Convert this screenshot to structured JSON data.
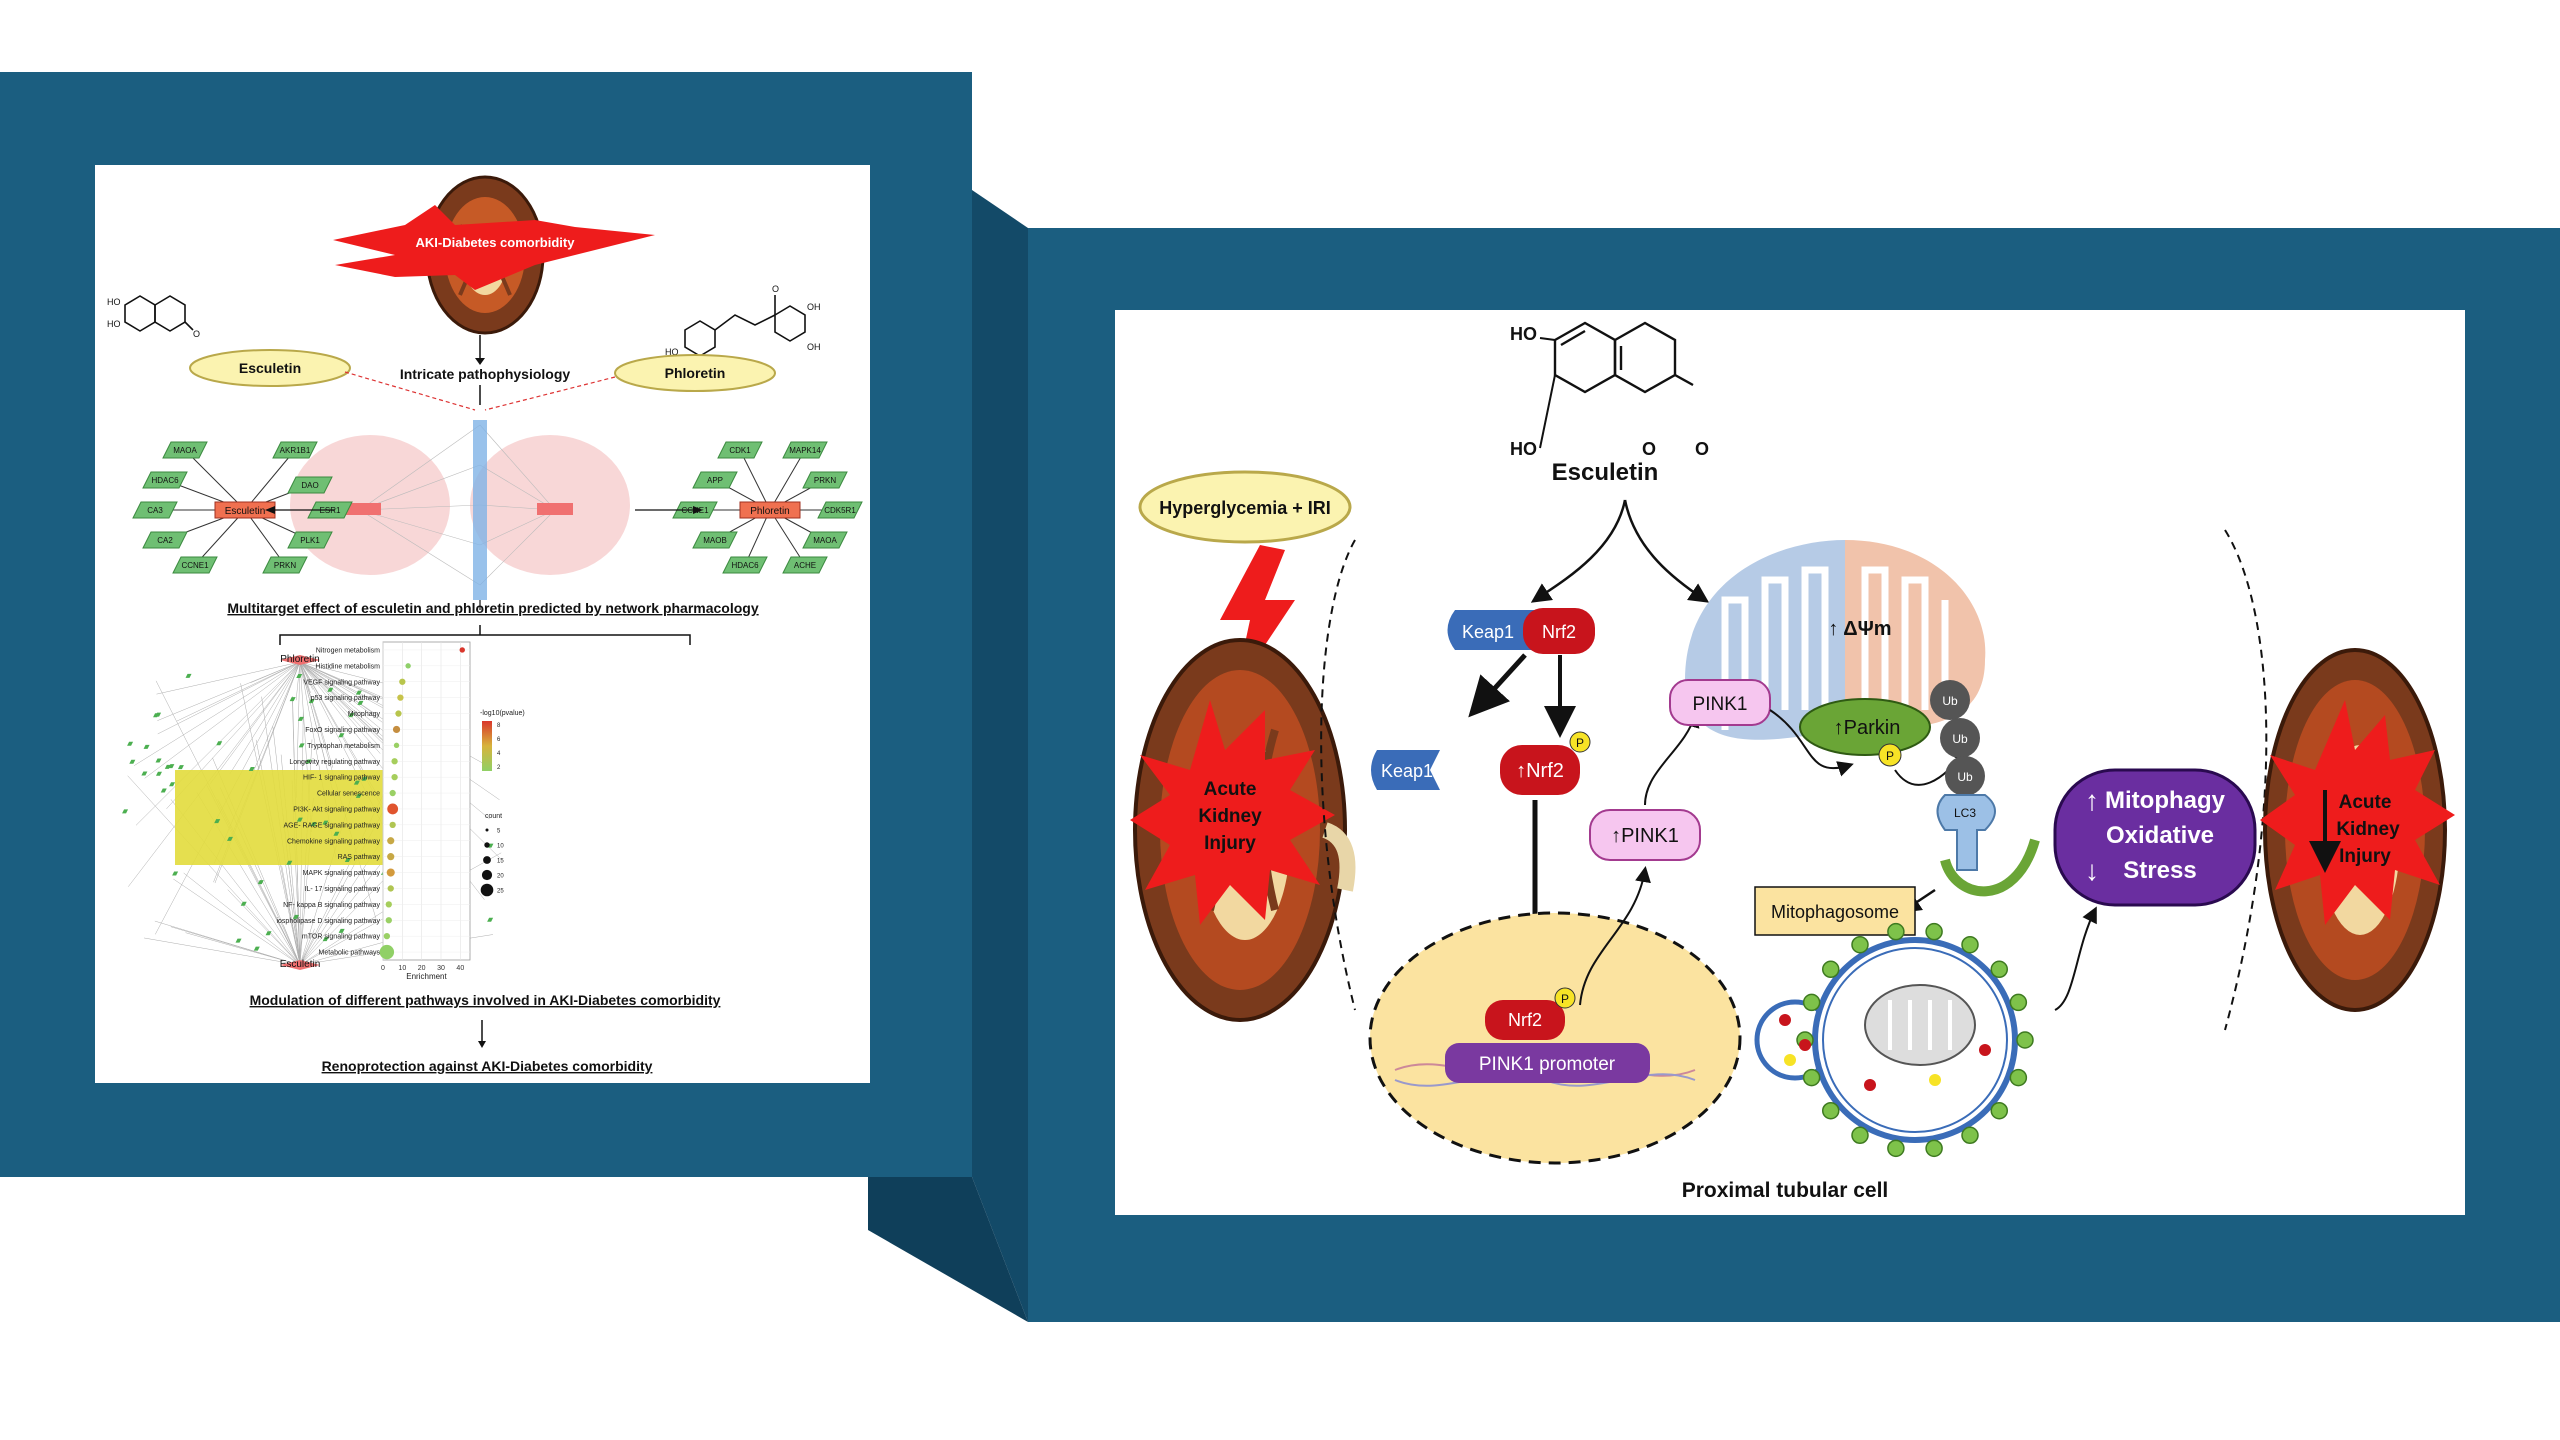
{
  "left": {
    "burst_label": "AKI-Diabetes comorbidity",
    "compound_a": "Esculetin",
    "compound_b": "Phloretin",
    "center_label": "Intricate pathophysiology",
    "hub_a": "Esculetin",
    "hub_b": "Phloretin",
    "targets_a": [
      "MAOA",
      "AKR1B1",
      "HDAC6",
      "DAO",
      "CA3",
      "ESR1",
      "CA2",
      "PLK1",
      "CCNE1",
      "PRKN"
    ],
    "targets_b": [
      "CDK1",
      "MAPK14",
      "APP",
      "PRKN",
      "CCNE1",
      "CDK5R1",
      "MAOB",
      "MAOA",
      "HDAC6",
      "ACHE"
    ],
    "heading1": "Multitarget effect of esculetin and phloretin predicted by network pharmacology",
    "net_top": "Phloretin",
    "net_bottom": "Esculetin",
    "heading2": "Modulation of different pathways involved in AKI-Diabetes comorbidity",
    "heading3": "Renoprotection against AKI-Diabetes comorbidity",
    "ho": "HO",
    "oh": "OH",
    "o": "O"
  },
  "chart_data": {
    "type": "scatter",
    "xlabel": "Enrichment",
    "xlim": [
      0,
      45
    ],
    "xticks": [
      "0",
      "10",
      "20",
      "30",
      "40"
    ],
    "categories": [
      "Nitrogen metabolism",
      "Histidine metabolism",
      "VEGF signaling pathway",
      "p53 signaling pathway",
      "Mitophagy",
      "FoxO signaling pathway",
      "Tryptophan metabolism",
      "Longevity regulating pathway",
      "HIF- 1 signaling pathway",
      "Cellular senescence",
      "PI3K- Akt signaling pathway",
      "AGE- RAGE signaling pathway",
      "Chemokine signaling pathway",
      "RAS pathway",
      "MAPK signaling pathway",
      "IL- 17 signaling pathway",
      "NF- kappa B signaling pathway",
      "iospholipase D signaling pathway",
      "mTOR signaling pathway",
      "Metabolic pathways"
    ],
    "values": [
      41,
      13,
      10,
      9,
      8,
      7,
      7,
      6,
      6,
      5,
      5,
      5,
      4,
      4,
      4,
      4,
      3,
      3,
      2,
      2
    ],
    "counts": [
      2,
      2,
      3,
      3,
      3,
      4,
      2,
      3,
      3,
      3,
      8,
      3,
      4,
      4,
      5,
      3,
      3,
      3,
      3,
      12
    ],
    "colors": [
      "#d9362b",
      "#8fd06a",
      "#b8c54c",
      "#c7c34a",
      "#b8c54c",
      "#c58e40",
      "#9ad065",
      "#a6ce5c",
      "#a6ce5c",
      "#9ad065",
      "#e0542e",
      "#b0c552",
      "#c7a845",
      "#c7a845",
      "#d39a3c",
      "#b0c552",
      "#a6ce5c",
      "#9ad065",
      "#9ad065",
      "#90d066"
    ],
    "legend_color_title": "-log10(pvalue)",
    "legend_color_ticks": [
      "8",
      "6",
      "4",
      "2"
    ],
    "legend_size_title": "count",
    "legend_size_ticks": [
      "5",
      "10",
      "15",
      "20",
      "25"
    ]
  },
  "right": {
    "title": "Esculetin",
    "ho": "HO",
    "o": "O",
    "stimulus": "Hyperglycemia + IRI",
    "aki_left": [
      "Acute",
      "Kidney",
      "Injury"
    ],
    "aki_right": [
      "Acute",
      "Kidney",
      "Injury"
    ],
    "keap1": "Keap1",
    "nrf2": "Nrf2",
    "keap1_free": "Keap1",
    "nrf2_up": "↑Nrf2",
    "p": "P",
    "pink1_a": "PINK1",
    "pink1_up": "↑PINK1",
    "dpsim": "↑ ΔΨm",
    "parkin": "↑Parkin",
    "ub": "Ub",
    "lc3": "LC3",
    "mitophagosome": "Mitophagosome",
    "nucleus_nrf2": "Nrf2",
    "promoter": "PINK1 promoter",
    "outcome_line1": "Mitophagy",
    "outcome_line2": "Oxidative",
    "outcome_line3": "Stress",
    "cell_label": "Proximal tubular cell"
  },
  "colors": {
    "frame": "#1b5e80",
    "frame_dark": "#0f3f5a",
    "keap1": "#3a6cb8",
    "nrf2": "#c8141c",
    "pink1": "#f6c6ef",
    "parkin": "#6aa536",
    "promoter": "#7a39a0",
    "outcome": "#6a2ea0",
    "burst": "#ee1c1c"
  }
}
